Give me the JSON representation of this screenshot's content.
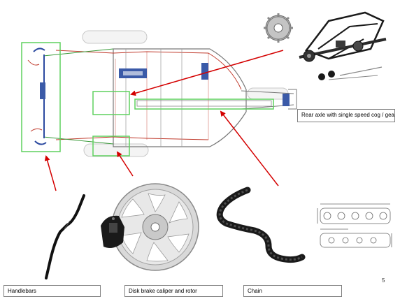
{
  "labels": {
    "rear_axle": "Rear axle with single speed cog / gear",
    "handlebars": "Handlebars",
    "disk_brake": "Disk brake caliper and rotor",
    "chain": "Chain"
  },
  "page_number": "5",
  "colors": {
    "highlight_box": "#5ed15e",
    "arrow": "#d40000",
    "frame_red": "#c0392b",
    "frame_green": "#3a9b3a",
    "frame_gray": "#777777",
    "part_black": "#1a1a1a"
  }
}
